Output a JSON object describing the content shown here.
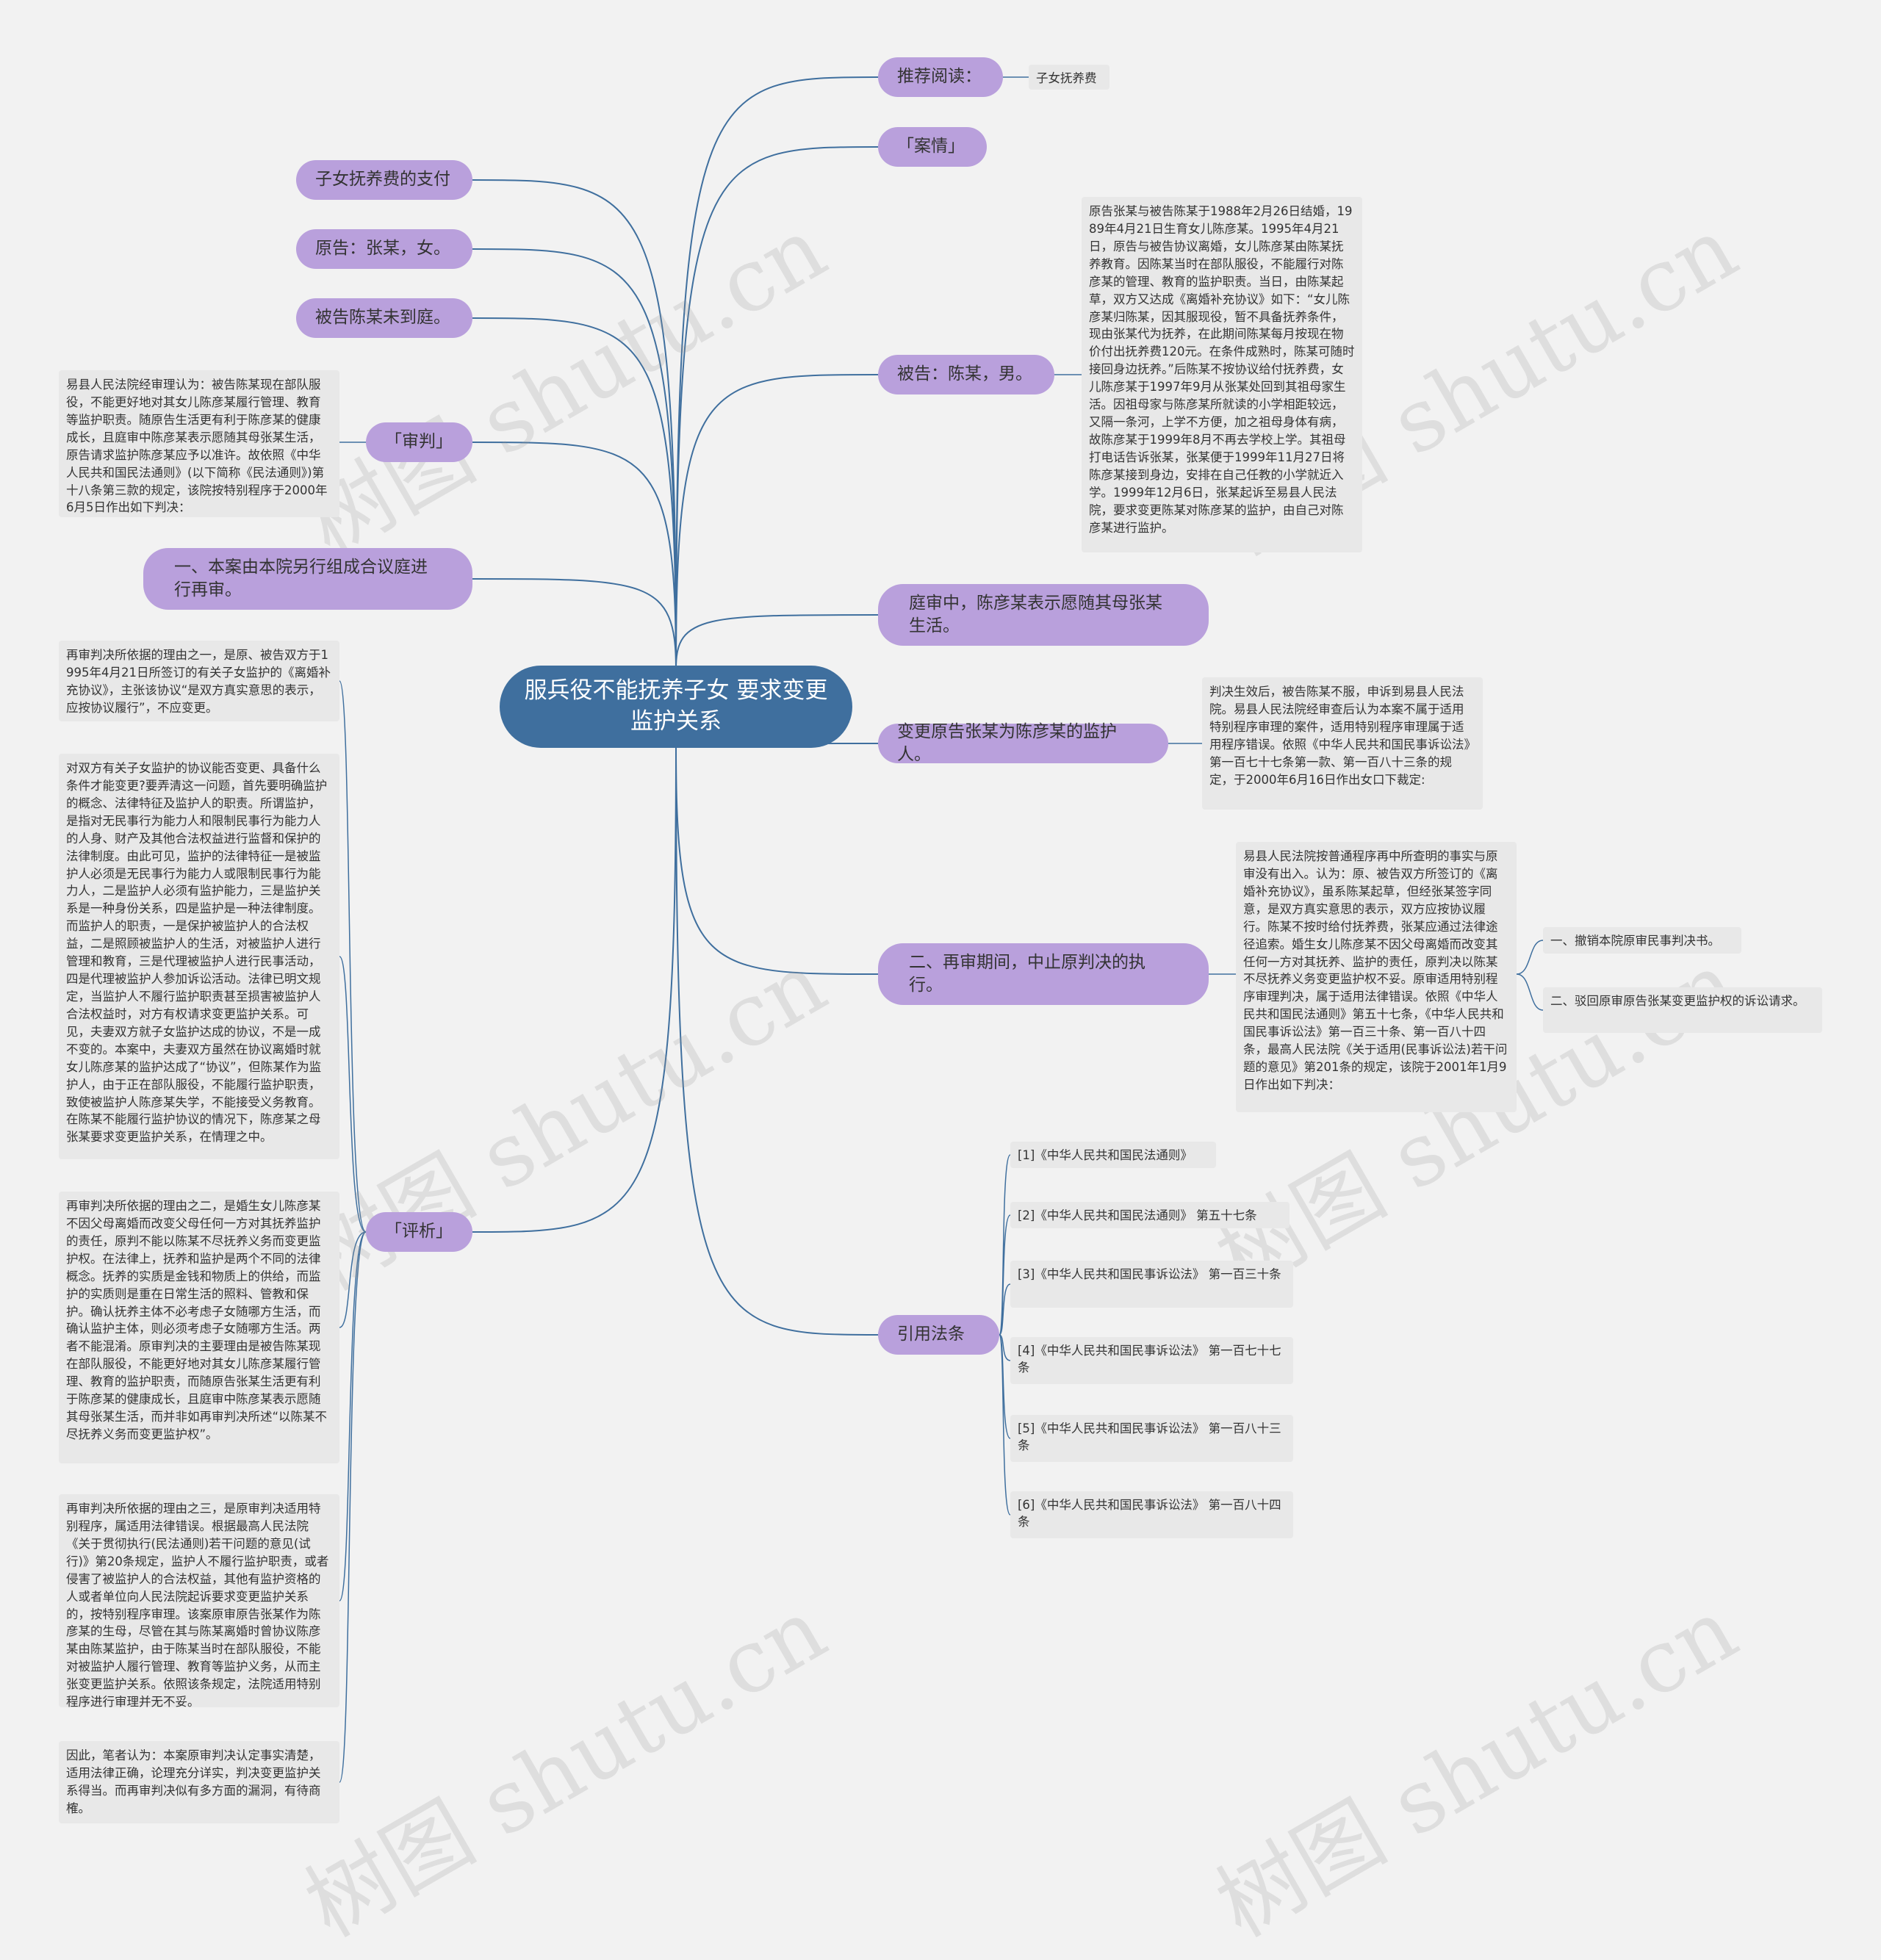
{
  "watermark": "树图 shutu.cn",
  "colors": {
    "center": "#3f6f9e",
    "pill": "#b9a0dc",
    "box": "#e8e8e8",
    "edge": "#3f6f9e",
    "background": "#f2f2f2"
  },
  "center": "服兵役不能抚养子女 要求变更监护关系",
  "left": {
    "child_support_pay": "子女抚养费的支付",
    "plaintiff": "原告：张某，女。",
    "defendant_absent": "被告陈某未到庭。",
    "trial": "「审判」",
    "trial_text": "易县人民法院经审理认为：被告陈某现在部队服役，不能更好地对其女儿陈彦某履行管理、教育等监护职责。随原告生活更有利于陈彦某的健康成长，且庭审中陈彦某表示愿随其母张某生活，原告请求监护陈彦某应予以准许。故依照《中华人民共和国民法通则》(以下简称《民法通则》)第十八条第三款的规定，该院按特别程序于2000年6月5日作出如下判决：",
    "retrial_order": "一、本案由本院另行组成合议庭进行再审。",
    "analysis": "「评析」",
    "analysis_texts": [
      "再审判决所依据的理由之一，是原、被告双方于1995年4月21日所签订的有关子女监护的《离婚补充协议》，主张该协议“是双方真实意思的表示，应按协议履行”，不应变更。",
      "对双方有关子女监护的协议能否变更、具备什么条件才能变更?要弄清这一问题，首先要明确监护的概念、法律特征及监护人的职责。所谓监护，是指对无民事行为能力人和限制民事行为能力人的人身、财产及其他合法权益进行监督和保护的法律制度。由此可见，监护的法律特征一是被监护人必须是无民事行为能力人或限制民事行为能力人，二是监护人必须有监护能力，三是监护关系是一种身份关系，四是监护是一种法律制度。而监护人的职责，一是保护被监护人的合法权益，二是照顾被监护人的生活，对被监护人进行管理和教育，三是代理被监护人进行民事活动，四是代理被监护人参加诉讼活动。法律已明文规定，当监护人不履行监护职责甚至损害被监护人合法权益时，对方有权请求变更监护关系。可见，夫妻双方就子女监护达成的协议，不是一成不变的。本案中，夫妻双方虽然在协议离婚时就女儿陈彦某的监护达成了“协议”，但陈某作为监护人，由于正在部队服役，不能履行监护职责，致使被监护人陈彦某失学，不能接受义务教育。在陈某不能履行监护协议的情况下，陈彦某之母张某要求变更监护关系，在情理之中。",
      "再审判决所依据的理由之二，是婚生女儿陈彦某不因父母离婚而改变父母任何一方对其抚养监护的责任，原判不能以陈某不尽抚养义务而变更监护权。在法律上，抚养和监护是两个不同的法律概念。抚养的实质是金钱和物质上的供给，而监护的实质则是重在日常生活的照料、管教和保护。确认抚养主体不必考虑子女随哪方生活，而确认监护主体，则必须考虑子女随哪方生活。两者不能混淆。原审判决的主要理由是被告陈某现在部队服役，不能更好地对其女儿陈彦某履行管理、教育的监护职责，而随原告张某生活更有利于陈彦某的健康成长，且庭审中陈彦某表示愿随其母张某生活，而并非如再审判决所述“以陈某不尽抚养义务而变更监护权”。",
      "再审判决所依据的理由之三，是原审判决适用特别程序，属适用法律错误。根据最高人民法院《关于贯彻执行(民法通则)若干问题的意见(试行)》第20条规定，监护人不履行监护职责，或者侵害了被监护人的合法权益，其他有监护资格的人或者单位向人民法院起诉要求变更监护关系的，按特别程序审理。该案原审原告张某作为陈彦某的生母，尽管在其与陈某离婚时曾协议陈彦某由陈某监护，由于陈某当时在部队服役，不能对被监护人履行管理、教育等监护义务，从而主张变更监护关系。依照该条规定，法院适用特别程序进行审理并无不妥。",
      "因此，笔者认为：本案原审判决认定事实清楚，适用法律正确，论理充分详实，判决变更监护关系得当。而再审判决似有多方面的漏洞，有待商榷。"
    ]
  },
  "right": {
    "recommend": "推荐阅读：",
    "recommend_item": "子女抚养费",
    "case": "「案情」",
    "defendant": "被告：陈某，男。",
    "defendant_text": "原告张某与被告陈某于1988年2月26日结婚，1989年4月21日生育女儿陈彦某。1995年4月21日，原告与被告协议离婚，女儿陈彦某由陈某抚养教育。因陈某当时在部队服役，不能履行对陈彦某的管理、教育的监护职责。当日，由陈某起草，双方又达成《离婚补充协议》如下：“女儿陈彦某归陈某，因其服现役，暂不具备抚养条件，现由张某代为抚养，在此期间陈某每月按现在物价付出抚养费120元。在条件成熟时，陈某可随时接回身边抚养。”后陈某不按协议给付抚养费，女儿陈彦某于1997年9月从张某处回到其祖母家生活。因祖母家与陈彦某所就读的小学相距较远，又隔一条河，上学不方便，加之祖母身体有病，故陈彦某于1999年8月不再去学校上学。其祖母打电话告诉张某，张某便于1999年11月27日将陈彦某接到身边，安排在自己任教的小学就近入学。1999年12月6日，张某起诉至易县人民法院，要求变更陈某对陈彦某的监护，由自己对陈彦某进行监护。",
    "court_statement": "庭审中，陈彦某表示愿随其母张某生活。",
    "change_guardian": "变更原告张某为陈彦某的监护人。",
    "change_text": "判决生效后，被告陈某不服，申诉到易县人民法院。易县人民法院经审查后认为本案不属于适用特别程序审理的案件，适用特别程序审理属于适用程序错误。依照《中华人民共和国民事诉讼法》第一百七十七条第一款、第一百八十三条的规定，于2000年6月16日作出女口下裁定:",
    "suspend": "二、再审期间，中止原判决的执行。",
    "suspend_text": "易县人民法院按普通程序再中所查明的事实与原审没有出入。认为：原、被告双方所签订的《离婚补充协议》，虽系陈某起草，但经张某签字同意，是双方真实意思的表示，双方应按协议履行。陈某不按时给付抚养费，张某应通过法律途径追索。婚生女儿陈彦某不因父母离婚而改变其任何一方对其抚养、监护的责任，原判决以陈某不尽抚养义务变更监护权不妥。原审适用特别程序审理判决，属于适用法律错误。依照《中华人民共和国民法通则》第五十七条，《中华人民共和国民事诉讼法》第一百三十条、第一百八十四条，最高人民法院《关于适用(民事诉讼法)若干问题的意见》第201条的规定，该院于2001年1月9日作出如下判决：",
    "verdict_items": [
      "一、撤销本院原审民事判决书。",
      "二、驳回原审原告张某变更监护权的诉讼请求。"
    ],
    "law_cite": "引用法条",
    "laws": [
      "[1]《中华人民共和国民法通则》",
      "[2]《中华人民共和国民法通则》 第五十七条",
      "[3]《中华人民共和国民事诉讼法》 第一百三十条",
      "[4]《中华人民共和国民事诉讼法》 第一百七十七条",
      "[5]《中华人民共和国民事诉讼法》 第一百八十三条",
      "[6]《中华人民共和国民事诉讼法》 第一百八十四条"
    ]
  }
}
